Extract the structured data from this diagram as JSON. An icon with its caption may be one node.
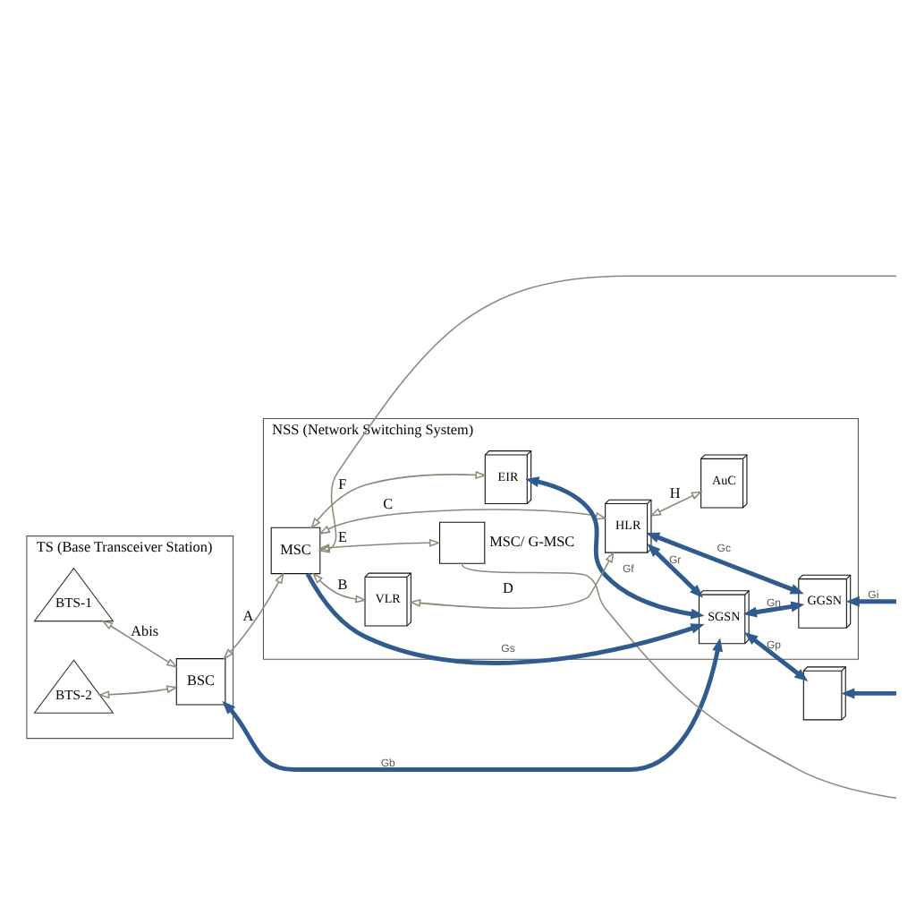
{
  "diagram": {
    "nodes": [
      {
        "text": [
          "TS (Base Transceiver Station)"
        ]
      },
      {
        "text": [
          "BTS-1"
        ],
        "in": 0
      },
      {
        "text": [
          "BTS-2"
        ],
        "in": 0
      },
      {
        "text": [
          "BSC"
        ],
        "in": 0
      },
      {
        "text": [
          "NSS (Network Switching System)"
        ]
      },
      {
        "text": [
          "MSC/ G-MSC"
        ],
        "in": 4
      },
      {
        "text": [
          "MSC"
        ],
        "in": 4
      },
      {
        "text": [
          "EIR"
        ],
        "in": 4
      },
      {
        "text": [
          "VLR"
        ],
        "in": 4
      },
      {
        "text": [
          "HLR"
        ],
        "in": 4
      },
      {
        "text": [
          "AuC"
        ],
        "in": 4
      },
      {
        "text": [
          "SGSN"
        ],
        "in": 4
      },
      {
        "text": [
          "GGSN"
        ],
        "in": 4
      },
      {
        "text": [],
        "shape": "box"
      }
    ],
    "edges": [
      {
        "from": 1,
        "to": 3,
        "arrow": "both",
        "label": "Abis"
      },
      {
        "from": 2,
        "to": 3,
        "arrow": "both"
      },
      {
        "from": 3,
        "to": 6,
        "arrow": "both",
        "label": "A"
      },
      {
        "from": null,
        "to": 6,
        "arrow": "to"
      },
      {
        "from": 6,
        "to": 5,
        "arrow": "both",
        "label": "E"
      },
      {
        "from": 5,
        "to": null,
        "arrow": "none"
      },
      {
        "from": 6,
        "to": 7,
        "arrow": "both",
        "label": "F"
      },
      {
        "from": 6,
        "to": 8,
        "arrow": "both",
        "label": "B"
      },
      {
        "from": 6,
        "to": 9,
        "arrow": "both",
        "label": "C"
      },
      {
        "from": 8,
        "to": 9,
        "arrow": "both",
        "label": "D"
      },
      {
        "from": 9,
        "to": 10,
        "arrow": "both",
        "label": "H"
      },
      {
        "from": 3,
        "to": 11,
        "arrow": "both",
        "label": "Gb",
        "style": "thick",
        "color": "#2f5b8f"
      },
      {
        "from": 7,
        "to": 11,
        "arrow": "both",
        "label": "Gf",
        "style": "thick",
        "color": "#2f5b8f"
      },
      {
        "from": 6,
        "to": 11,
        "arrow": "to",
        "label": "Gs",
        "style": "thick",
        "color": "#2f5b8f"
      },
      {
        "from": 9,
        "to": 11,
        "arrow": "both",
        "label": "Gr",
        "style": "thick",
        "color": "#2f5b8f"
      },
      {
        "from": 9,
        "to": 12,
        "arrow": "both",
        "label": "Gc",
        "style": "thick",
        "color": "#2f5b8f"
      },
      {
        "from": 11,
        "to": 12,
        "arrow": "both",
        "label": "Gn",
        "style": "thick",
        "color": "#2f5b8f"
      },
      {
        "from": null,
        "to": 12,
        "arrow": "to",
        "label": "Gi",
        "style": "thick",
        "color": "#2f5b8f"
      },
      {
        "from": 11,
        "to": 13,
        "arrow": "both",
        "label": "Gp",
        "style": "thick",
        "color": "#2f5b8f"
      },
      {
        "from": null,
        "to": 13,
        "arrow": "to",
        "style": "thick",
        "color": "#2f5b8f"
      }
    ]
  }
}
